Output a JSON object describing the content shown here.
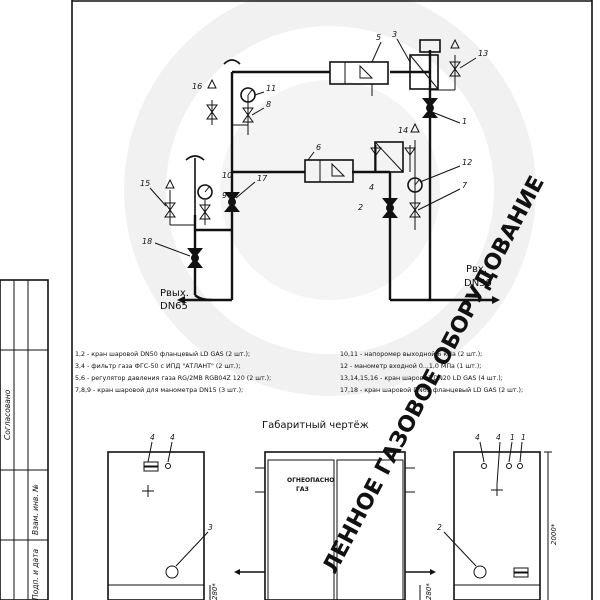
{
  "watermark": {
    "text": "ЛЕННОЕ ГАЗОВОЕ ОБОРУДОВАНИЕ"
  },
  "outlet": {
    "label": "Рвых.",
    "size": "DN65"
  },
  "inlet": {
    "label": "Рвх.",
    "size": "DN50"
  },
  "callouts": [
    "1",
    "2",
    "3",
    "4",
    "5",
    "6",
    "7",
    "8",
    "9",
    "10",
    "11",
    "12",
    "13",
    "14",
    "15",
    "16",
    "17",
    "18"
  ],
  "legend": {
    "left": [
      "1,2 - кран шаровой DN50 фланцевый LD GAS (2 шт.);",
      "3,4 - фильтр газа ФГС-50 с ИПД \"АТЛАНТ\" (2 шт.);",
      "5,6 - регулятор давления газа RG/2MB RGB04Z 120 (2 шт.);",
      "7,8,9 - кран шаровой для манометра DN15 (3 шт.);"
    ],
    "right": [
      "10,11 - напоромер выходной 6 кПа (2 шт.);",
      "12 - манометр входной 0...1,0 МПа (1 шт.);",
      "13,14,15,16 - кран шаровой DN20 LD GAS (4 шт.);",
      "17,18 - кран шаровой DN65 фланцевый LD GAS (2 шт.);"
    ]
  },
  "dim_title": "Габаритный чертёж",
  "cabinet": {
    "door_text_1": "ОГНЕОПАСНО",
    "door_text_2": "ГАЗ",
    "height_dim": "2000*",
    "base_dim": "280*",
    "left_callouts": [
      "4",
      "4",
      "3"
    ],
    "right_callouts": [
      "4",
      "4",
      "1",
      "1",
      "2"
    ]
  },
  "side_stamp": [
    "Согласовано",
    "Взам. инв. №",
    "Подп. и дата"
  ]
}
